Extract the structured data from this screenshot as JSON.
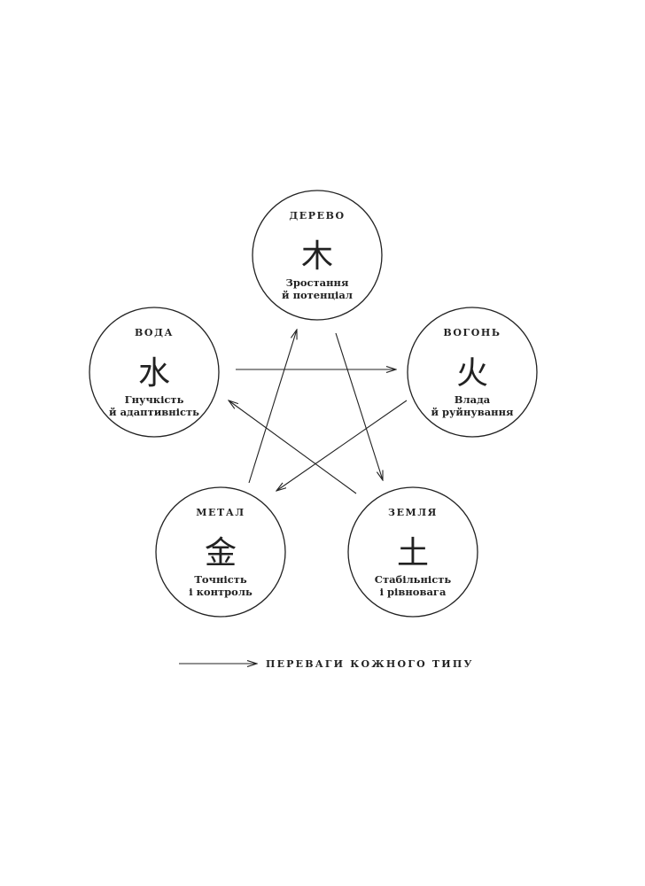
{
  "diagram": {
    "nodes": [
      {
        "id": "wood",
        "name": "ДЕРЕВО",
        "glyph": "木",
        "desc": [
          "Зростання",
          "й потенціал"
        ]
      },
      {
        "id": "fire",
        "name": "ВОГОНЬ",
        "glyph": "火",
        "desc": [
          "Влада",
          "й руйнування"
        ]
      },
      {
        "id": "earth",
        "name": "ЗЕМЛЯ",
        "glyph": "土",
        "desc": [
          "Стабільність",
          "і рівновага"
        ]
      },
      {
        "id": "metal",
        "name": "МЕТАЛ",
        "glyph": "金",
        "desc": [
          "Точність",
          "і контроль"
        ]
      },
      {
        "id": "water",
        "name": "ВОДА",
        "glyph": "水",
        "desc": [
          "Гнучкість",
          "й адаптивність"
        ]
      }
    ],
    "arrows": [
      {
        "from": "water",
        "to": "fire"
      },
      {
        "from": "wood",
        "to": "earth"
      },
      {
        "from": "fire",
        "to": "metal"
      },
      {
        "from": "earth",
        "to": "water"
      },
      {
        "from": "metal",
        "to": "wood"
      }
    ],
    "legend": {
      "label": "ПЕРЕВАГИ КОЖНОГО ТИПУ"
    },
    "colors": {
      "stroke": "#222222",
      "background": "#ffffff"
    }
  }
}
